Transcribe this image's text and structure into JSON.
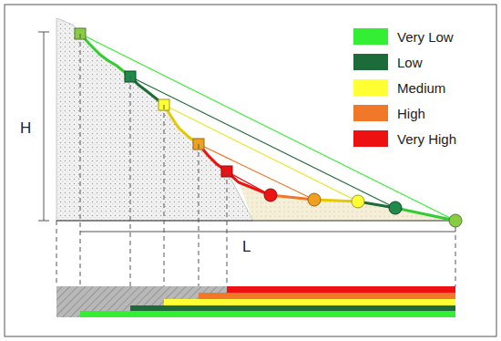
{
  "diagram": {
    "labels": [
      "H",
      "L"
    ],
    "legend": [
      {
        "text": "Very Low",
        "color": "#33ee33"
      },
      {
        "text": "Low",
        "color": "#1e6b3a"
      },
      {
        "text": "Medium",
        "color": "#ffff33"
      },
      {
        "text": "High",
        "color": "#f07828"
      },
      {
        "text": "Very High",
        "color": "#ee1111"
      }
    ]
  }
}
